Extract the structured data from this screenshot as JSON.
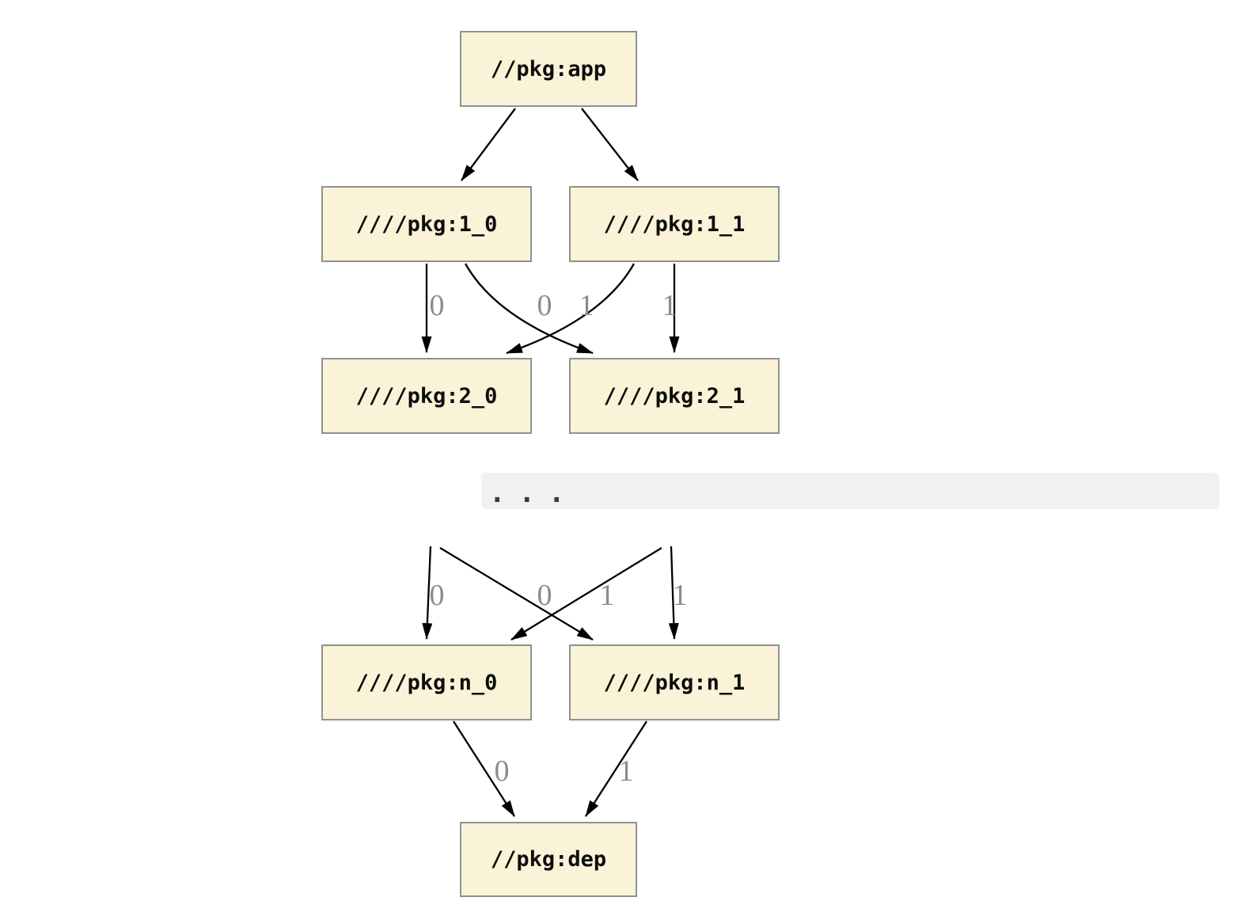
{
  "colors": {
    "node_fill": "#fbf3d8",
    "node_border": "#8e9292",
    "edge": "#000000",
    "edge_label": "#8c8c8c",
    "band_bg": "#f1f1f1",
    "dots": "#3b3b3b"
  },
  "separator": {
    "text": "..."
  },
  "graph": {
    "type": "directed-dependency-graph",
    "nodes": [
      {
        "id": "app",
        "label": "//pkg:app"
      },
      {
        "id": "1_0",
        "label": "////pkg:1_0"
      },
      {
        "id": "1_1",
        "label": "////pkg:1_1"
      },
      {
        "id": "2_0",
        "label": "////pkg:2_0"
      },
      {
        "id": "2_1",
        "label": "////pkg:2_1"
      },
      {
        "id": "n_0",
        "label": "////pkg:n_0"
      },
      {
        "id": "n_1",
        "label": "////pkg:n_1"
      },
      {
        "id": "dep",
        "label": "//pkg:dep"
      }
    ],
    "edges": [
      {
        "from": "//pkg:app",
        "to": "////pkg:1_0",
        "label": ""
      },
      {
        "from": "//pkg:app",
        "to": "////pkg:1_1",
        "label": ""
      },
      {
        "from": "////pkg:1_0",
        "to": "////pkg:2_0",
        "label": "0"
      },
      {
        "from": "////pkg:1_1",
        "to": "////pkg:2_0",
        "label": "0"
      },
      {
        "from": "////pkg:1_0",
        "to": "////pkg:2_1",
        "label": "1"
      },
      {
        "from": "////pkg:1_1",
        "to": "////pkg:2_1",
        "label": "1"
      },
      {
        "from": "...",
        "to": "////pkg:n_0",
        "label": "0"
      },
      {
        "from": "...",
        "to": "////pkg:n_0",
        "label": "0"
      },
      {
        "from": "...",
        "to": "////pkg:n_1",
        "label": "1"
      },
      {
        "from": "...",
        "to": "////pkg:n_1",
        "label": "1"
      },
      {
        "from": "////pkg:n_0",
        "to": "//pkg:dep",
        "label": "0"
      },
      {
        "from": "////pkg:n_1",
        "to": "//pkg:dep",
        "label": "1"
      }
    ]
  }
}
